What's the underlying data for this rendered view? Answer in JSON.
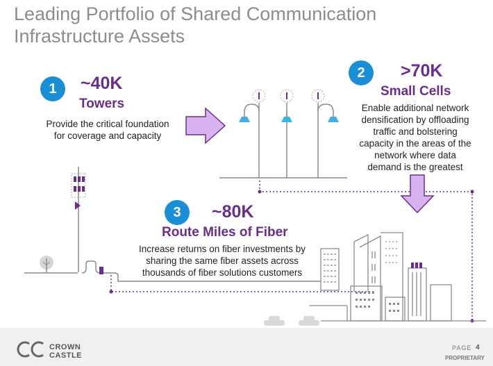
{
  "title": {
    "line1": "Leading Portfolio of Shared Communication",
    "line2": "Infrastructure Assets"
  },
  "items": [
    {
      "number": "1",
      "stat": "~40K",
      "label": "Towers",
      "description_lines": [
        "Provide the critical foundation",
        "for coverage and capacity"
      ]
    },
    {
      "number": "2",
      "stat": ">70K",
      "label": "Small Cells",
      "description_lines": [
        "Enable additional network",
        "densification by offloading",
        "traffic and bolstering",
        "capacity in the areas of the",
        "network where data",
        "demand is the greatest"
      ]
    },
    {
      "number": "3",
      "stat": "~80K",
      "label": "Route Miles of Fiber",
      "description_lines": [
        "Increase returns on fiber investments by",
        "sharing the same fiber assets across",
        "thousands of fiber solutions customers"
      ]
    }
  ],
  "footer": {
    "logo_line1": "CROWN",
    "logo_line2": "CASTLE",
    "page_label": "PAGE",
    "page_number": "4",
    "proprietary": "PROPRIETARY"
  },
  "colors": {
    "accent_purple": "#6a2d8c",
    "arrow_fill": "#d9b3f0",
    "badge_blue": "#1a8fd6",
    "light_blue": "#3fb3e0",
    "line_gray": "#8a8a8a",
    "title_gray": "#8c8c8c"
  }
}
